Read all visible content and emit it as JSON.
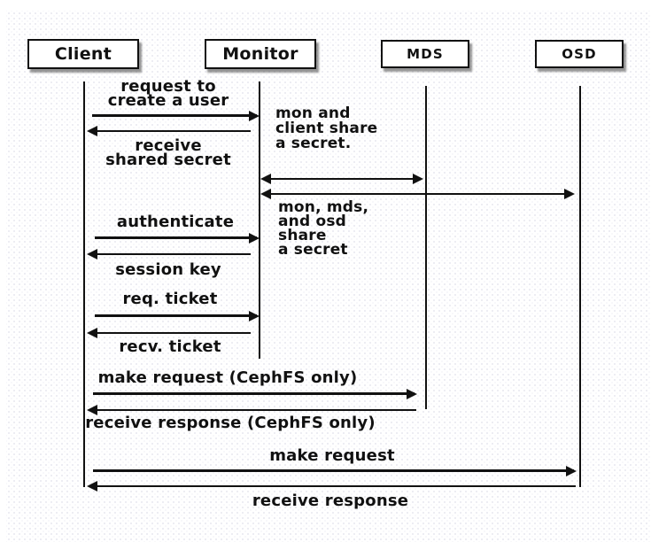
{
  "participants": [
    {
      "label": "Client"
    },
    {
      "label": "Monitor"
    },
    {
      "label": "MDS"
    },
    {
      "label": "OSD"
    }
  ],
  "messages": [
    {
      "label": "request to\ncreate a user",
      "from": "Client",
      "to": "Monitor",
      "direction": "right"
    },
    {
      "label": "receive\nshared secret",
      "from": "Monitor",
      "to": "Client",
      "direction": "left"
    },
    {
      "label": "authenticate",
      "from": "Client",
      "to": "Monitor",
      "direction": "right"
    },
    {
      "label": "session key",
      "from": "Monitor",
      "to": "Client",
      "direction": "left"
    },
    {
      "label": "req. ticket",
      "from": "Client",
      "to": "Monitor",
      "direction": "right"
    },
    {
      "label": "recv. ticket",
      "from": "Monitor",
      "to": "Client",
      "direction": "left"
    },
    {
      "label": "make request (CephFS only)",
      "from": "Client",
      "to": "MDS",
      "direction": "right"
    },
    {
      "label": "receive response (CephFS only)",
      "from": "MDS",
      "to": "Client",
      "direction": "left"
    },
    {
      "label": "make request",
      "from": "Client",
      "to": "OSD",
      "direction": "right"
    },
    {
      "label": "receive response",
      "from": "OSD",
      "to": "Client",
      "direction": "left"
    }
  ],
  "exchanges": [
    {
      "between": [
        "Monitor",
        "MDS"
      ],
      "type": "bidirectional"
    },
    {
      "between": [
        "Monitor",
        "OSD"
      ],
      "type": "bidirectional"
    }
  ],
  "notes": [
    {
      "text": "mon and\nclient share\na secret."
    },
    {
      "text": "mon, mds,\nand osd\nshare\na secret"
    }
  ],
  "colors": {
    "line": "#111111",
    "box_fill": "#ffffff",
    "box_border": "#111111",
    "box_shadow": "#8c8c8c",
    "background": "#ffffff",
    "dot": "#dddde8"
  }
}
